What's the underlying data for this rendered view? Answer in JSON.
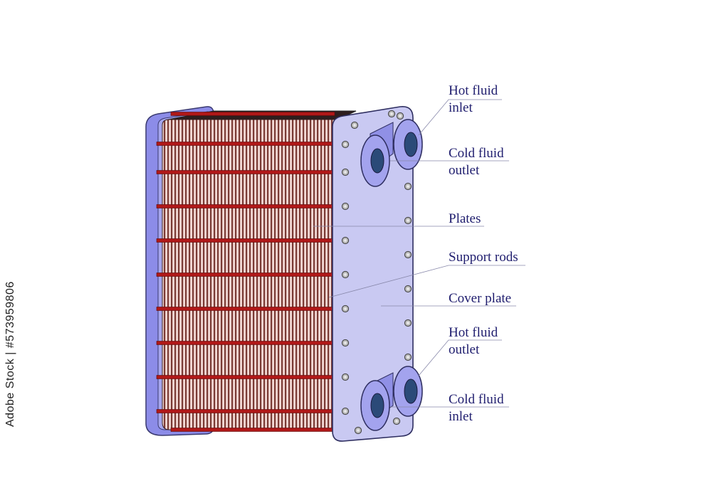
{
  "labels": {
    "hot_inlet": {
      "line1": "Hot fluid",
      "line2": "inlet"
    },
    "cold_outlet": {
      "line1": "Cold fluid",
      "line2": "outlet"
    },
    "plates": {
      "line1": "Plates"
    },
    "support_rods": {
      "line1": "Support rods"
    },
    "cover_plate": {
      "line1": "Cover plate"
    },
    "hot_outlet": {
      "line1": "Hot fluid",
      "line2": "outlet"
    },
    "cold_inlet": {
      "line1": "Cold fluid",
      "line2": "inlet"
    }
  },
  "stock_id": "Adobe Stock | #573959806",
  "colors": {
    "label_text": "#1f1d6e",
    "cover_plate": "#c9c9f2",
    "frame": "#8c8ce8",
    "plate_dark": "#7a3a34",
    "plate_light": "#f2d8d4",
    "rod": "#b01818",
    "port": "#a3a3ee",
    "port_hole": "#2b4a78",
    "bolt": "#b8b8b8"
  }
}
